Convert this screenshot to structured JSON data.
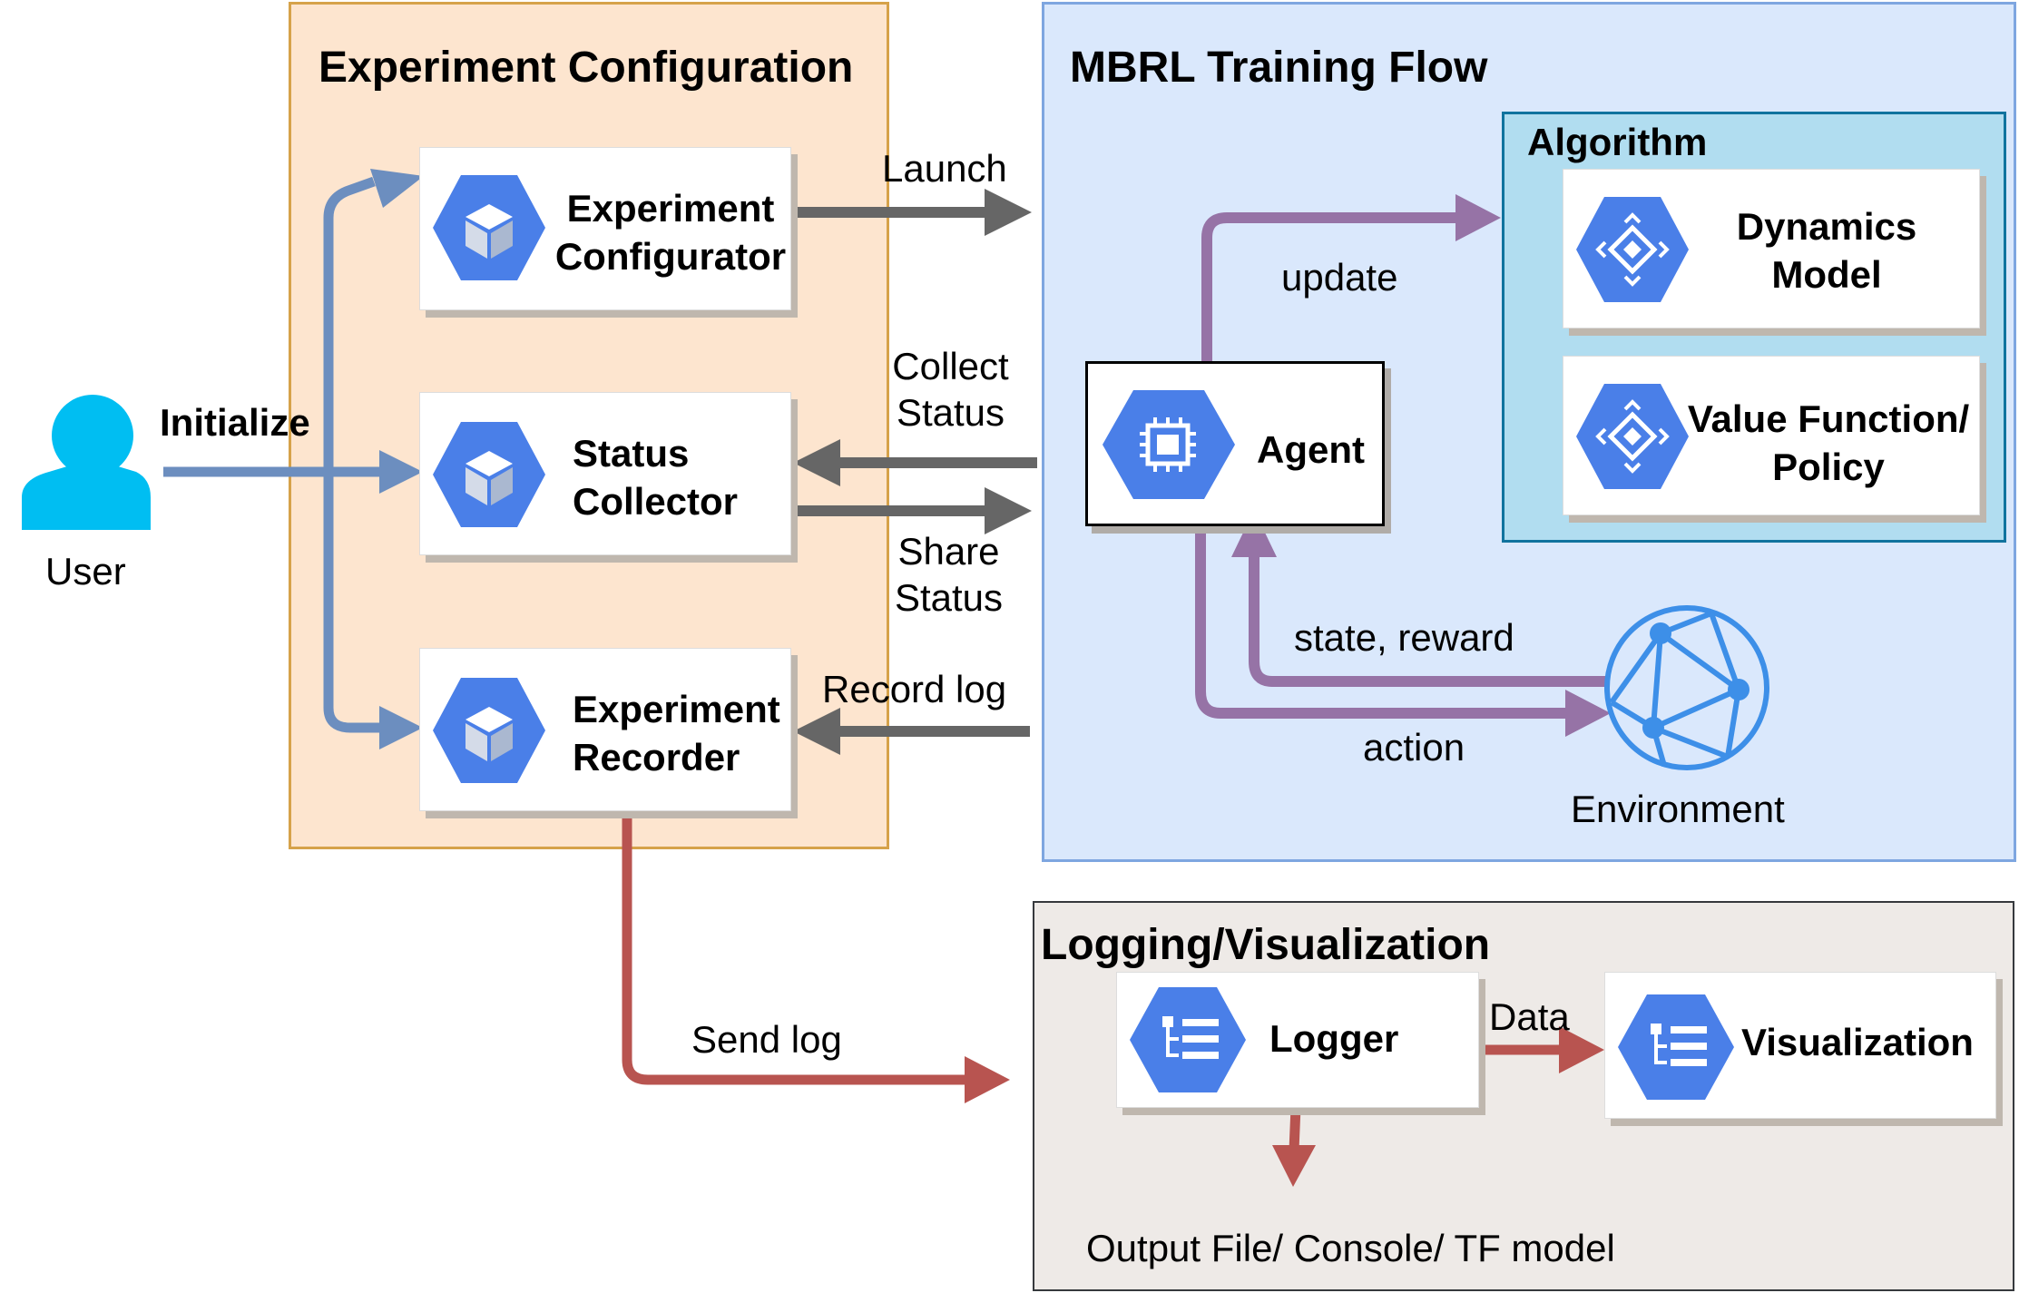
{
  "panels": {
    "config_title": "Experiment Configuration",
    "mbrl_title": "MBRL Training Flow",
    "algorithm_title": "Algorithm",
    "logging_title": "Logging/Visualization"
  },
  "user": {
    "label": "User",
    "initialize": "Initialize"
  },
  "config_nodes": {
    "configurator": [
      "Experiment",
      "Configurator"
    ],
    "collector": [
      "Status",
      "Collector"
    ],
    "recorder": [
      "Experiment",
      "Recorder"
    ]
  },
  "mbrl_nodes": {
    "agent": "Agent",
    "dynamics": [
      "Dynamics",
      "Model"
    ],
    "value": [
      "Value Function/",
      "Policy"
    ],
    "environment": "Environment"
  },
  "logging_nodes": {
    "logger": "Logger",
    "visualization": "Visualization",
    "output": "Output File/ Console/ TF model"
  },
  "edge_labels": {
    "launch": "Launch",
    "collect_status": [
      "Collect",
      "Status"
    ],
    "share_status": [
      "Share",
      "Status"
    ],
    "record_log": "Record log",
    "update": "update",
    "state_reward": "state, reward",
    "action": "action",
    "send_log": "Send log",
    "data": "Data"
  },
  "colors": {
    "config_fill": "#fde5cf",
    "mbrl_fill": "#dae8fc",
    "algorithm_fill": "#b1ddf0",
    "logging_fill": "#eeeae7",
    "user_arrow": "#6c8ebf",
    "gray_arrow": "#666666",
    "purple_arrow": "#9673a6",
    "red_arrow": "#b85450",
    "icon_blue": "#4a7fe8",
    "user_icon": "#00bef2"
  },
  "icons": {
    "user": "person-icon",
    "config_nodes": "cube-icon",
    "agent": "chip-icon",
    "algorithm": "diamond-arrows-icon",
    "environment": "network-globe-icon",
    "logging": "list-icon"
  }
}
